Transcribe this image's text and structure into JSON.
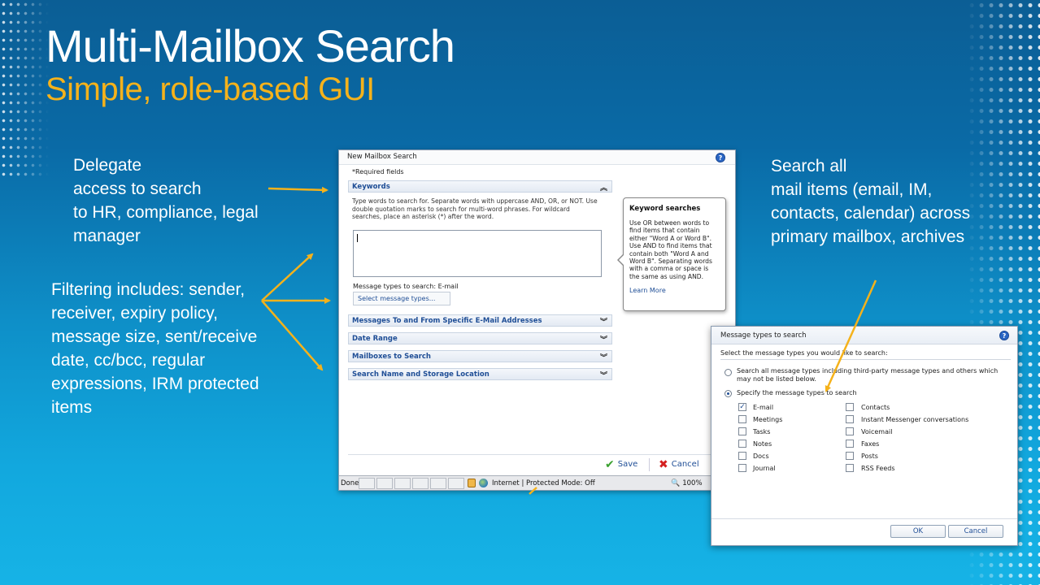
{
  "slide": {
    "title": "Multi-Mailbox Search",
    "subtitle": "Simple, role-based GUI",
    "callouts": {
      "delegate": [
        "Delegate",
        "access to search",
        "to HR, compliance, legal",
        "manager"
      ],
      "filtering": [
        "Filtering includes: sender,",
        "receiver, expiry policy,",
        "message size, sent/receive",
        "date, cc/bcc, regular",
        "expressions, IRM protected",
        "items"
      ],
      "search_all": [
        "Search all",
        "mail items (email, IM,",
        "contacts, calendar) across",
        "primary mailbox, archives"
      ]
    },
    "colors": {
      "title": "#ffffff",
      "subtitle": "#f5b21b",
      "arrow": "#f5b21b"
    }
  },
  "window": {
    "title": "New Mailbox Search",
    "help_icon": "?",
    "required": "*Required fields",
    "keywords_section": "Keywords",
    "keywords_desc": "Type words to search for. Separate words with uppercase AND, OR, or NOT. Use double quotation marks to search for multi-word phrases. For wildcard searches, place an asterisk (*) after the word.",
    "msg_types_label": "Message types to search:  E-mail",
    "select_btn": "Select message types...",
    "sections": [
      "Messages To and From Specific E-Mail Addresses",
      "Date Range",
      "Mailboxes to Search",
      "Search Name and Storage Location"
    ],
    "tooltip": {
      "title": "Keyword searches",
      "body": "Use OR between words to find items that contain either \"Word A or Word B\". Use AND to find items that contain both \"Word A and Word B\". Separating words with a comma or space is the same as using AND.",
      "link": "Learn More"
    },
    "save": "Save",
    "cancel": "Cancel",
    "status": {
      "done": "Done",
      "zone": "Internet | Protected Mode: Off",
      "zoom": "100%"
    }
  },
  "dialog": {
    "title": "Message types to search",
    "help_icon": "?",
    "instruction": "Select the message types you would like to search:",
    "radio_all": "Search all message types including third-party message types and others which may not be listed below.",
    "radio_specify": "Specify the message types to search",
    "left_types": [
      {
        "label": "E-mail",
        "checked": true
      },
      {
        "label": "Meetings",
        "checked": false
      },
      {
        "label": "Tasks",
        "checked": false
      },
      {
        "label": "Notes",
        "checked": false
      },
      {
        "label": "Docs",
        "checked": false
      },
      {
        "label": "Journal",
        "checked": false
      }
    ],
    "right_types": [
      {
        "label": "Contacts",
        "checked": false
      },
      {
        "label": "Instant Messenger conversations",
        "checked": false
      },
      {
        "label": "Voicemail",
        "checked": false
      },
      {
        "label": "Faxes",
        "checked": false
      },
      {
        "label": "Posts",
        "checked": false
      },
      {
        "label": "RSS Feeds",
        "checked": false
      }
    ],
    "ok": "OK",
    "cancel": "Cancel"
  }
}
